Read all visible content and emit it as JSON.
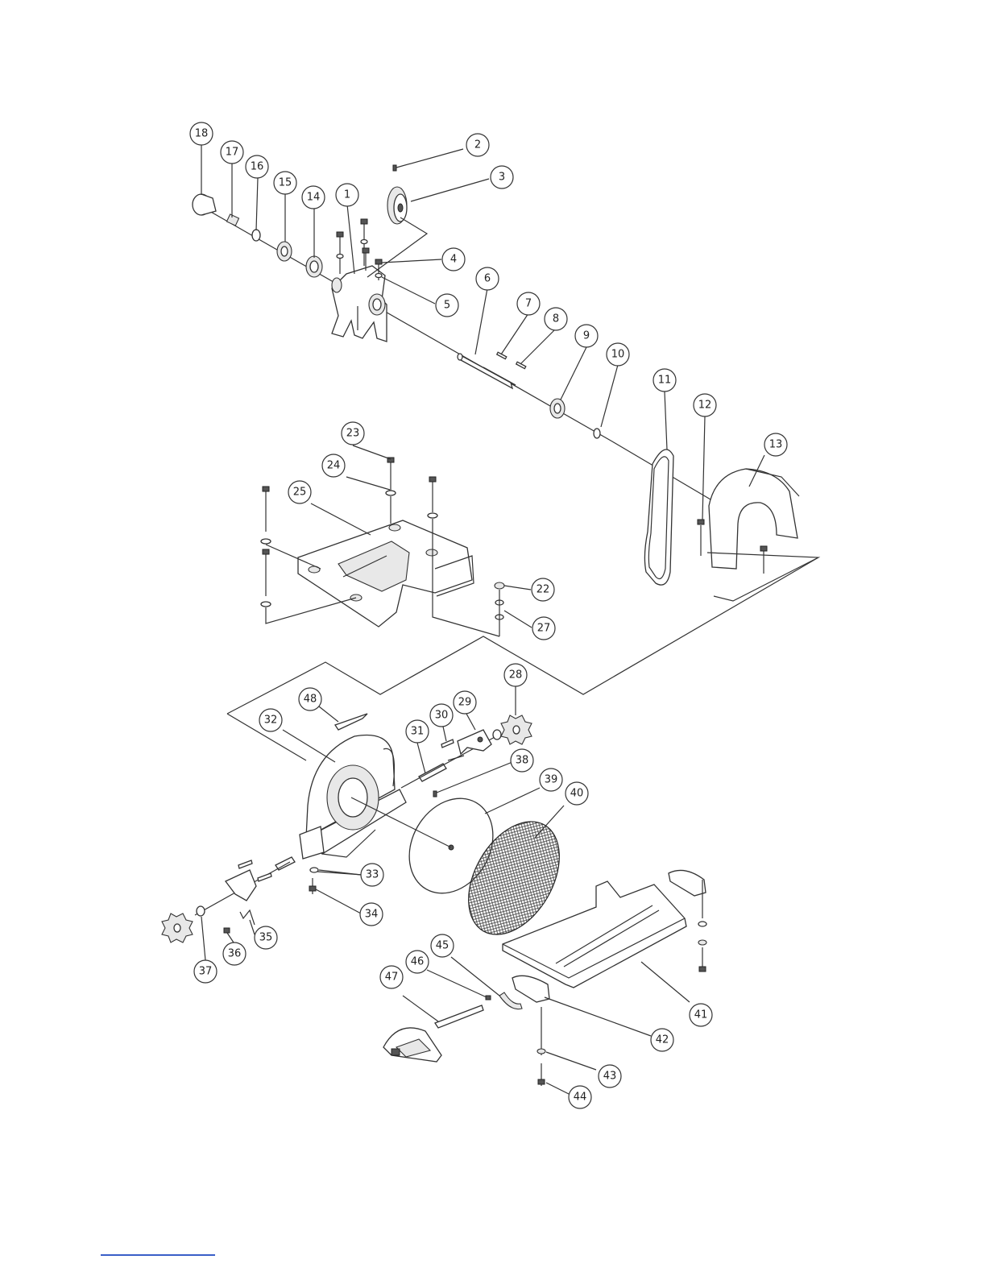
{
  "diagram": {
    "callouts": [
      "1",
      "2",
      "3",
      "4",
      "5",
      "6",
      "7",
      "8",
      "9",
      "10",
      "11",
      "12",
      "13",
      "14",
      "15",
      "16",
      "17",
      "18",
      "22",
      "23",
      "24",
      "25",
      "27",
      "28",
      "29",
      "30",
      "31",
      "32",
      "33",
      "34",
      "35",
      "36",
      "37",
      "38",
      "39",
      "40",
      "41",
      "42",
      "43",
      "44",
      "45",
      "46",
      "47",
      "48"
    ]
  },
  "colors": {
    "line": "#333333",
    "footer_rule": "#3a5fc8"
  }
}
